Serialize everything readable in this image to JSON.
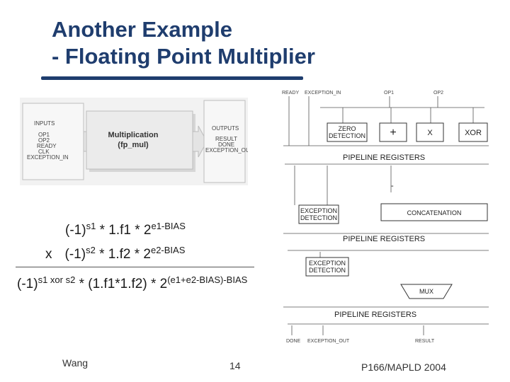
{
  "slide": {
    "title_line1": "Another Example",
    "title_line2": "- Floating Point Multiplier",
    "accent_color": "#1f3d6e"
  },
  "block_diagram": {
    "inputs_header": "INPUTS",
    "inputs": [
      "OP1",
      "OP2",
      "READY",
      "CLK",
      "EXCEPTION_IN"
    ],
    "module_name": "Multiplication",
    "module_sub": "(fp_mul)",
    "outputs_header": "OUTPUTS",
    "outputs": [
      "RESULT",
      "DONE",
      "EXCEPTION_OUT"
    ]
  },
  "equation": {
    "line1_base": "(-1)",
    "line1_s": "s1",
    "line1_mid": " * 1.f1 * 2",
    "line1_exp": "e1-BIAS",
    "line2_prefix": "x",
    "line2_base": "(-1)",
    "line2_s": "s2",
    "line2_mid": " * 1.f2 * 2",
    "line2_exp": "e2-BIAS",
    "result_base": "(-1)",
    "result_s": "s1 xor s2",
    "result_mid": " * (1.f1*1.f2) * 2",
    "result_exp": "(e1+e2-BIAS)-BIAS"
  },
  "pipeline": {
    "top_inputs": [
      "READY",
      "EXCEPTION_IN",
      "OP1",
      "OP2"
    ],
    "zero_line1": "ZERO",
    "zero_line2": "DETECTION",
    "plus_symbol": "+",
    "times_symbol": "X",
    "xor_label": "XOR",
    "pipeline_registers_label": "PIPELINE REGISTERS",
    "minus_symbol": "-",
    "exception_line1": "EXCEPTION",
    "exception_line2": "DETECTION",
    "concatenation_label": "CONCATENATION",
    "mux_label": "MUX",
    "bottom_outputs": [
      "DONE",
      "EXCEPTION_OUT",
      "RESULT"
    ]
  },
  "footer": {
    "author": "Wang",
    "page_number": "14",
    "reference": "P166/MAPLD 2004"
  }
}
